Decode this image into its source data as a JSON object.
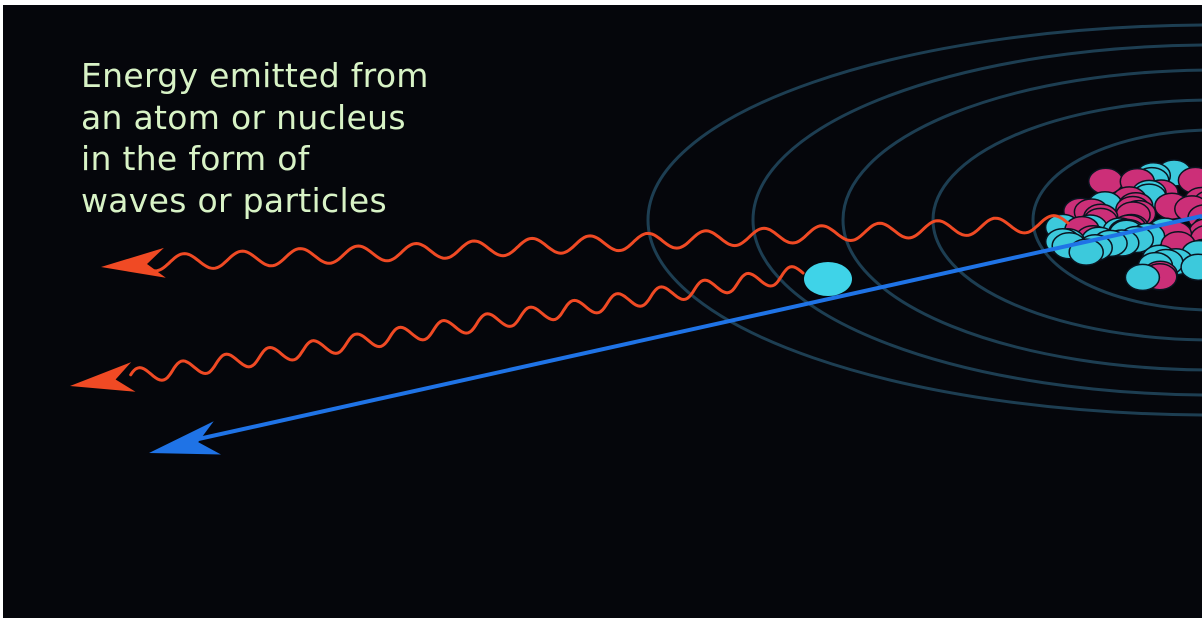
{
  "caption_lines": [
    "Energy emitted from",
    "an atom or nucleus",
    "in the form of",
    "waves or particles"
  ],
  "colors": {
    "background": "#05060b",
    "caption_text": "#d8f3c6",
    "orbit_ring": "#1d3e52",
    "wave": "#f04a24",
    "particle_beam": "#1f73e6",
    "particle": "#3fd3e8",
    "proton": "#cc2f78",
    "neutron": "#3cc9dc"
  },
  "icons": {
    "wave_arrow": "gamma-ray-wave-arrow-icon",
    "particle_arrow": "emitted-particle-arrow-icon",
    "nucleus": "atomic-nucleus-icon"
  }
}
